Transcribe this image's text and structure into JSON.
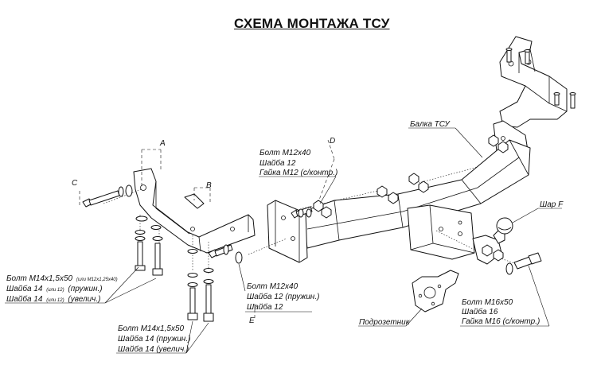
{
  "title": "СХЕМА МОНТАЖА ТСУ",
  "letters": {
    "a": "A",
    "b": "B",
    "c": "C",
    "d": "D",
    "e": "E",
    "f": "F"
  },
  "callouts": {
    "beam": "Балка ТСУ",
    "ball": "Шар F",
    "socket_bracket": "Подрозетник",
    "group_d": [
      "Болт М12х40",
      "Шайба 12",
      "Гайка М12 (с/контр.)"
    ],
    "group_c": {
      "bolt": "Болт М14х1,5х50",
      "bolt_alt": "(или М12х1,25х40)",
      "washer_spring": "Шайба 14",
      "washer_spring_alt": "(или 12)",
      "washer_spring_type": "(пружин.)",
      "washer_big": "Шайба 14",
      "washer_big_alt": "(или 12)",
      "washer_big_type": "(увелич.)"
    },
    "group_b": [
      "Болт М14х1,5х50",
      "Шайба 14 (пружин.)",
      "Шайба 14 (увелич.)"
    ],
    "group_e": [
      "Болт М12х40",
      "Шайба 12 (пружин.)",
      "Шайба 12"
    ],
    "group_f": [
      "Болт М16х50",
      "Шайба 16",
      "Гайка М16 (с/контр.)"
    ]
  }
}
